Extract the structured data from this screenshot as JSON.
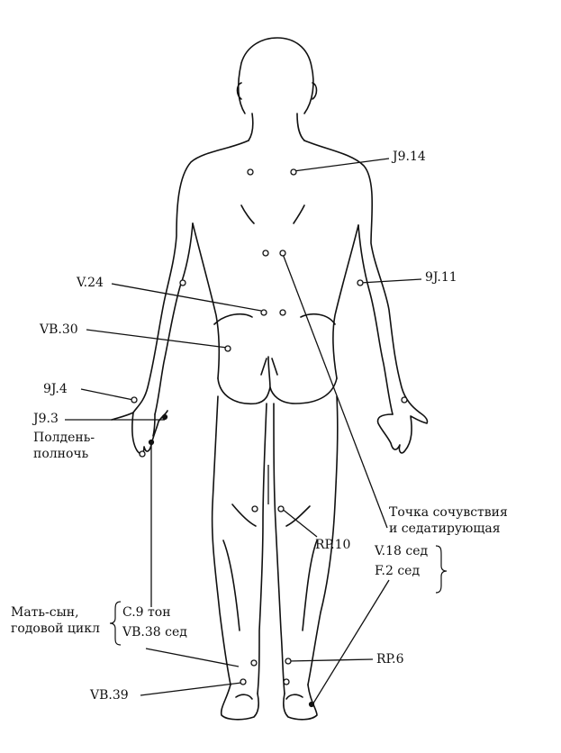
{
  "labels": {
    "j9_14": "J9.14",
    "j9_11": "9J.11",
    "v24": "V.24",
    "vb30": "VB.30",
    "j9_4": "9J.4",
    "j9_3": "J9.3",
    "midday1": "Полдень-",
    "midday2": "полночь",
    "sympathy1": "Точка сочувствия",
    "sympathy2": "и седатирующая",
    "rp10": "RP.10",
    "v18": "V.18 сед",
    "f2": "F.2 сед",
    "mother1": "Мать-сын,",
    "mother2": "годовой цикл",
    "c9": "C.9 тон",
    "vb38": "VB.38 сед",
    "rp6": "RP.6",
    "vb39": "VB.39"
  },
  "colors": {
    "ink": "#111111",
    "paper": "#ffffff"
  }
}
